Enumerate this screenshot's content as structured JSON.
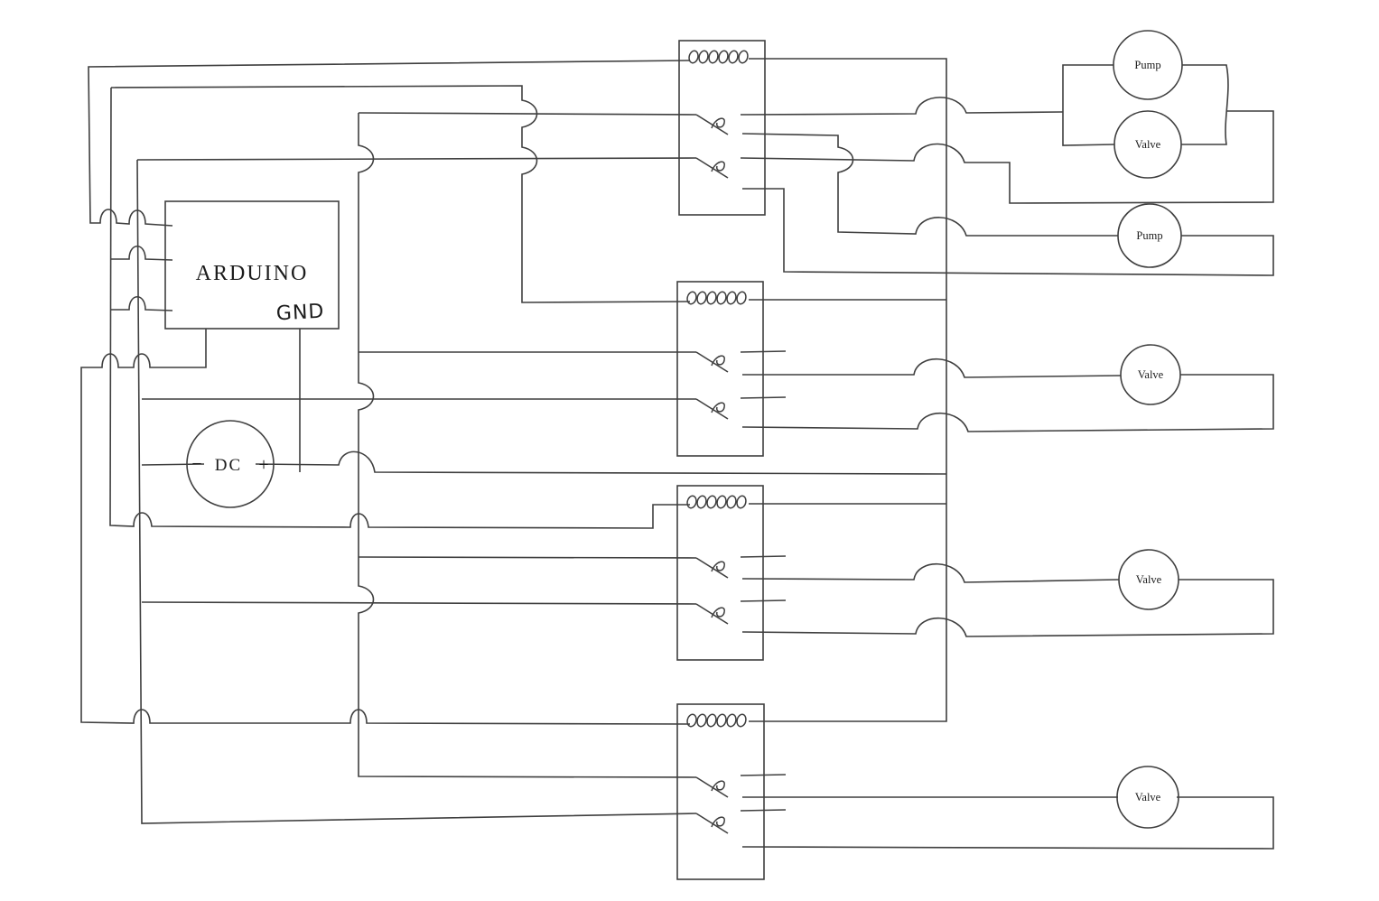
{
  "diagram_type": "relay-wiring-schematic",
  "arduino": {
    "label": "ARDUINO",
    "gnd_label": "GND"
  },
  "power_supply": {
    "label": "DC",
    "minus_sign": "−",
    "plus_sign": "+"
  },
  "relays": [
    {
      "id": "relay-1"
    },
    {
      "id": "relay-2"
    },
    {
      "id": "relay-3"
    },
    {
      "id": "relay-4"
    }
  ],
  "loads": [
    {
      "id": "pump-1",
      "label": "Pump"
    },
    {
      "id": "valve-1",
      "label": "Valve"
    },
    {
      "id": "pump-2",
      "label": "Pump"
    },
    {
      "id": "valve-2",
      "label": "Valve"
    },
    {
      "id": "valve-3",
      "label": "Valve"
    },
    {
      "id": "valve-4",
      "label": "Valve"
    }
  ],
  "colors": {
    "wire": "#3f3f3f",
    "ink": "#1c1c1c",
    "background": "#ffffff"
  }
}
